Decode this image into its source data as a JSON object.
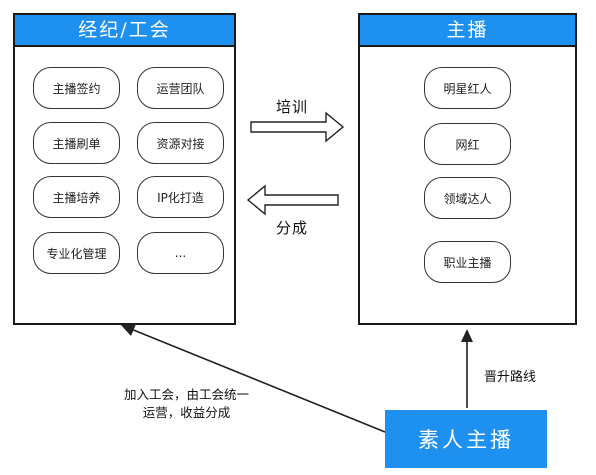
{
  "left_panel": {
    "title": "经纪/工会",
    "items": [
      "主播签约",
      "运营团队",
      "主播刷单",
      "资源对接",
      "主播培养",
      "IP化打造",
      "专业化管理",
      "..."
    ]
  },
  "right_panel": {
    "title": "主播",
    "items": [
      "明星红人",
      "网红",
      "领域达人",
      "职业主播"
    ]
  },
  "arrows": {
    "train_label": "培训",
    "share_label": "分成",
    "promote_label": "晋升路线",
    "join_label_line1": "加入工会，由工会统一",
    "join_label_line2": "运营，收益分成"
  },
  "bottom_box": {
    "label": "素人主播"
  },
  "colors": {
    "accent": "#1e90f0",
    "border": "#1a1a1a"
  }
}
